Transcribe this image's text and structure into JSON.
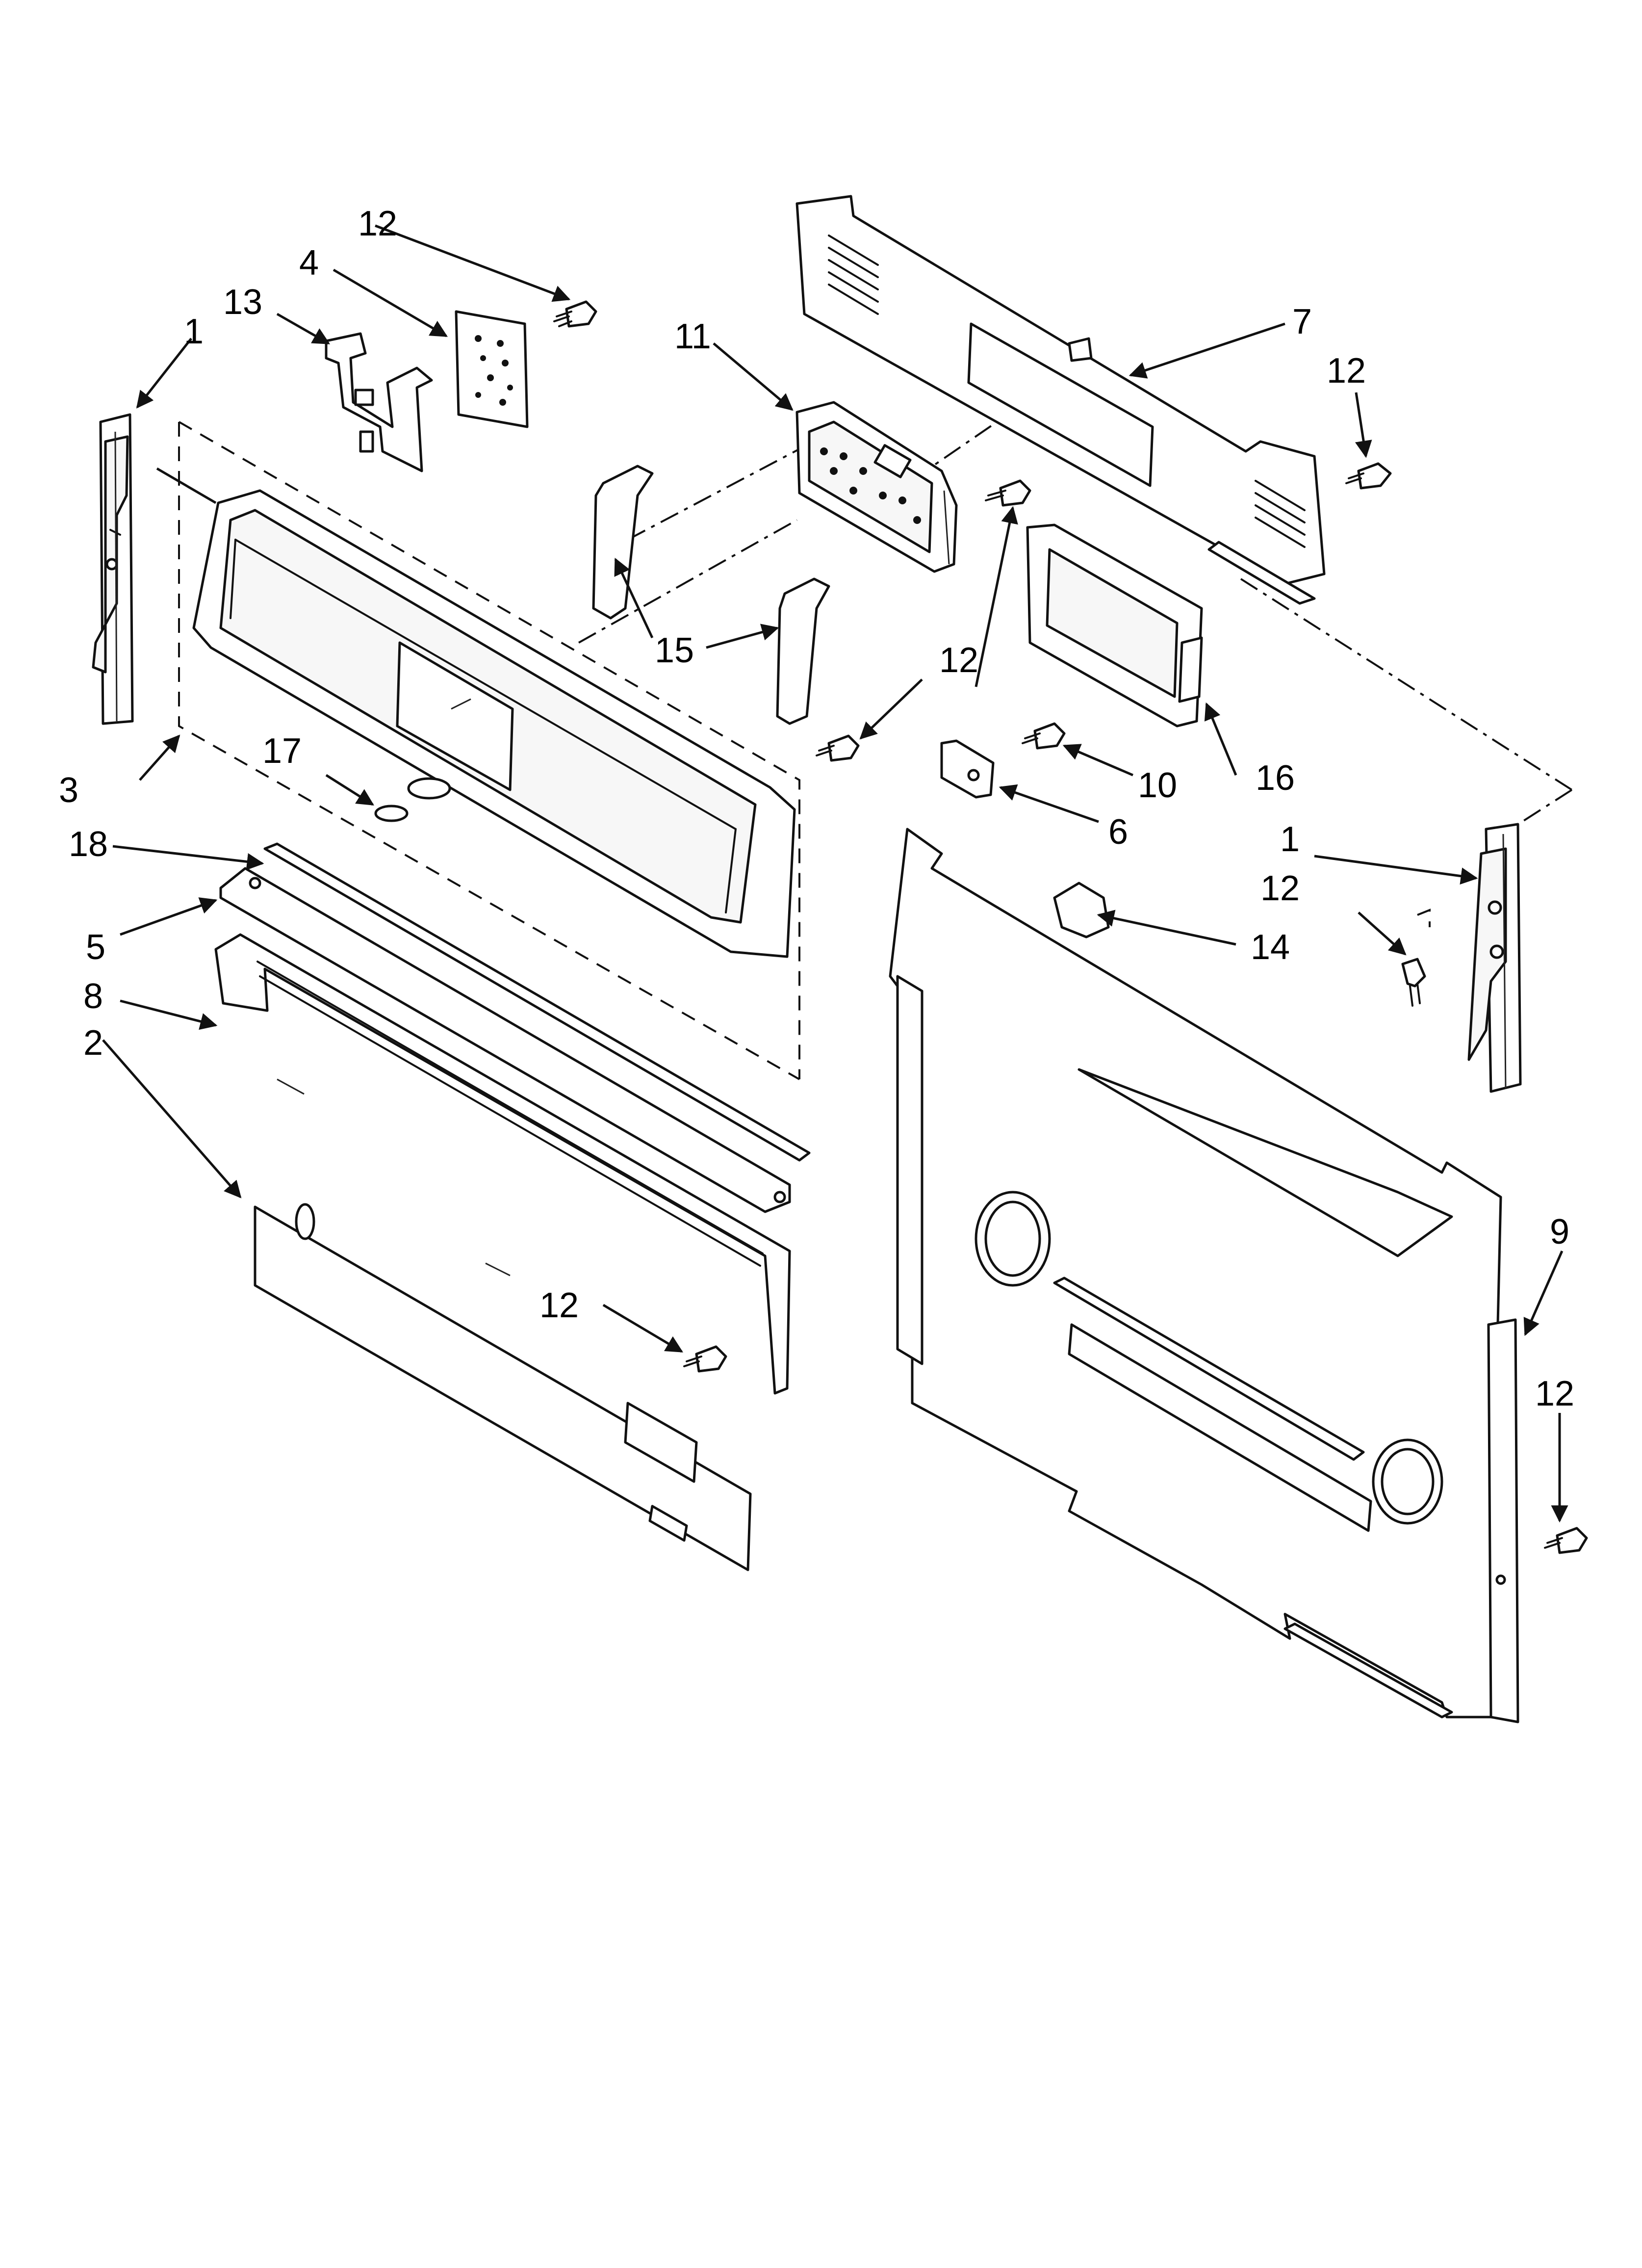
{
  "diagram": {
    "labels": {
      "l1a": "1",
      "l1b": "1",
      "l2": "2",
      "l3": "3",
      "l4": "4",
      "l5": "5",
      "l6": "6",
      "l7": "7",
      "l8": "8",
      "l9": "9",
      "l10": "10",
      "l11": "11",
      "l12a": "12",
      "l12b": "12",
      "l12c": "12",
      "l12d": "12",
      "l12e": "12",
      "l12f": "12",
      "l13": "13",
      "l14": "14",
      "l15": "15",
      "l16": "16",
      "l17": "17",
      "l18": "18"
    }
  }
}
